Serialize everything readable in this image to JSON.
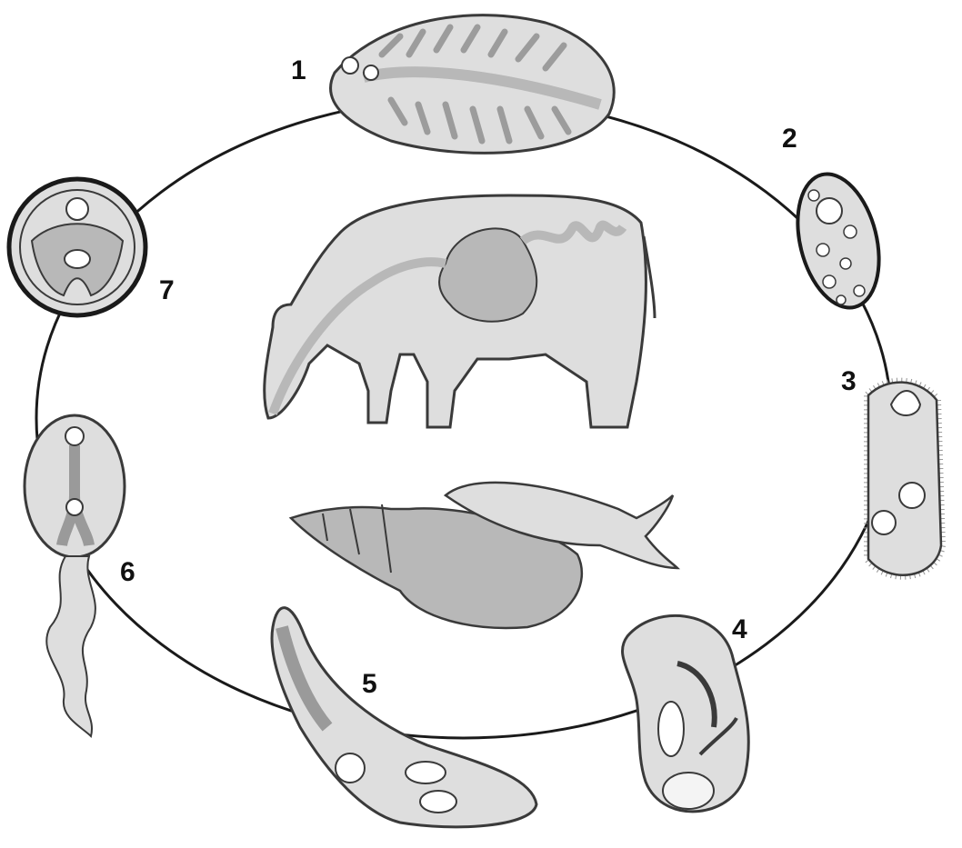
{
  "diagram": {
    "stages": [
      {
        "label": "1",
        "icon": "adult-fluke-icon"
      },
      {
        "label": "2",
        "icon": "egg-icon"
      },
      {
        "label": "3",
        "icon": "miracidium-icon"
      },
      {
        "label": "4",
        "icon": "sporocyst-icon"
      },
      {
        "label": "5",
        "icon": "redia-icon"
      },
      {
        "label": "6",
        "icon": "cercaria-icon"
      },
      {
        "label": "7",
        "icon": "metacercaria-icon"
      }
    ],
    "hosts": [
      {
        "icon": "cow-icon"
      },
      {
        "icon": "snail-icon"
      }
    ],
    "colors": {
      "outline": "#3a3a3a",
      "fill_light": "#dedede",
      "fill_mid": "#b8b8b8",
      "cycle_line": "#1a1a1a"
    }
  }
}
